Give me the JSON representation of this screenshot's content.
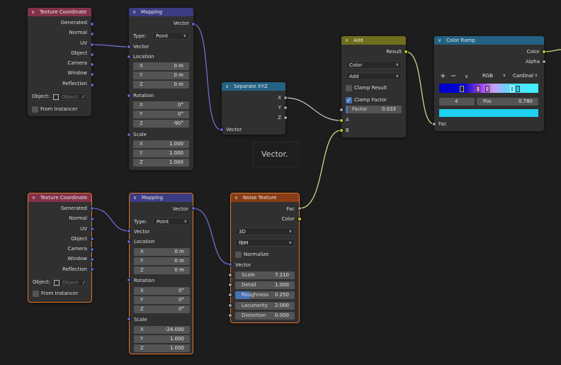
{
  "frame_label": "Vector.",
  "tc1": {
    "title": "Texture Coordinate",
    "outputs": [
      "Generated",
      "Normal",
      "UV",
      "Object",
      "Camera",
      "Window",
      "Reflection"
    ],
    "object_label": "Object:",
    "object_placeholder": "Object",
    "from_instancer": "From Instancer"
  },
  "tc2": {
    "title": "Texture Coordinate",
    "outputs": [
      "Generated",
      "Normal",
      "UV",
      "Object",
      "Camera",
      "Window",
      "Reflection"
    ],
    "object_label": "Object:",
    "object_placeholder": "Object",
    "from_instancer": "From Instancer"
  },
  "map1": {
    "title": "Mapping",
    "out": "Vector",
    "type_label": "Type:",
    "type_value": "Point",
    "vector_in": "Vector",
    "location": {
      "label": "Location",
      "x": "0 m",
      "y": "0 m",
      "z": "0 m"
    },
    "rotation": {
      "label": "Rotation",
      "x": "0°",
      "y": "0°",
      "z": "-90°"
    },
    "scale": {
      "label": "Scale",
      "x": "1.000",
      "y": "1.000",
      "z": "1.000"
    }
  },
  "map2": {
    "title": "Mapping",
    "out": "Vector",
    "type_label": "Type:",
    "type_value": "Point",
    "vector_in": "Vector",
    "location": {
      "label": "Location",
      "x": "0 m",
      "y": "0 m",
      "z": "0 m"
    },
    "rotation": {
      "label": "Rotation",
      "x": "0°",
      "y": "0°",
      "z": "0°"
    },
    "scale": {
      "label": "Scale",
      "x": "-24.000",
      "y": "1.000",
      "z": "1.000"
    }
  },
  "axes": {
    "x": "X",
    "y": "Y",
    "z": "Z"
  },
  "sep": {
    "title": "Separate XYZ",
    "x": "X",
    "y": "Y",
    "z": "Z",
    "vector": "Vector"
  },
  "add": {
    "title": "Add",
    "result": "Result",
    "dtype": "Color",
    "op": "Add",
    "clamp_result": "Clamp Result",
    "clamp_factor": "Clamp Factor",
    "factor_label": "Factor",
    "factor_value": "0.033",
    "a": "A",
    "b": "B"
  },
  "ramp": {
    "title": "Color Ramp",
    "color": "Color",
    "alpha": "Alpha",
    "plus": "+",
    "minus": "−",
    "mode": "RGB",
    "interp": "Cardinal",
    "index": "4",
    "pos_label": "Pos",
    "pos_value": "0.780",
    "fac": "Fac",
    "colors": {
      "active": "#1ed0f0",
      "left": "#0000c8",
      "right": "#40f0ff"
    }
  },
  "noise": {
    "title": "Noise Texture",
    "fac": "Fac",
    "color": "Color",
    "dim": "3D",
    "basis": "fBM",
    "normalize": "Normalize",
    "vector": "Vector",
    "fields": [
      {
        "label": "Scale",
        "value": "7.210"
      },
      {
        "label": "Detail",
        "value": "1.000"
      },
      {
        "label": "Roughness",
        "value": "0.250"
      },
      {
        "label": "Lacunarity",
        "value": "2.000"
      },
      {
        "label": "Distortion",
        "value": "0.000"
      }
    ]
  }
}
